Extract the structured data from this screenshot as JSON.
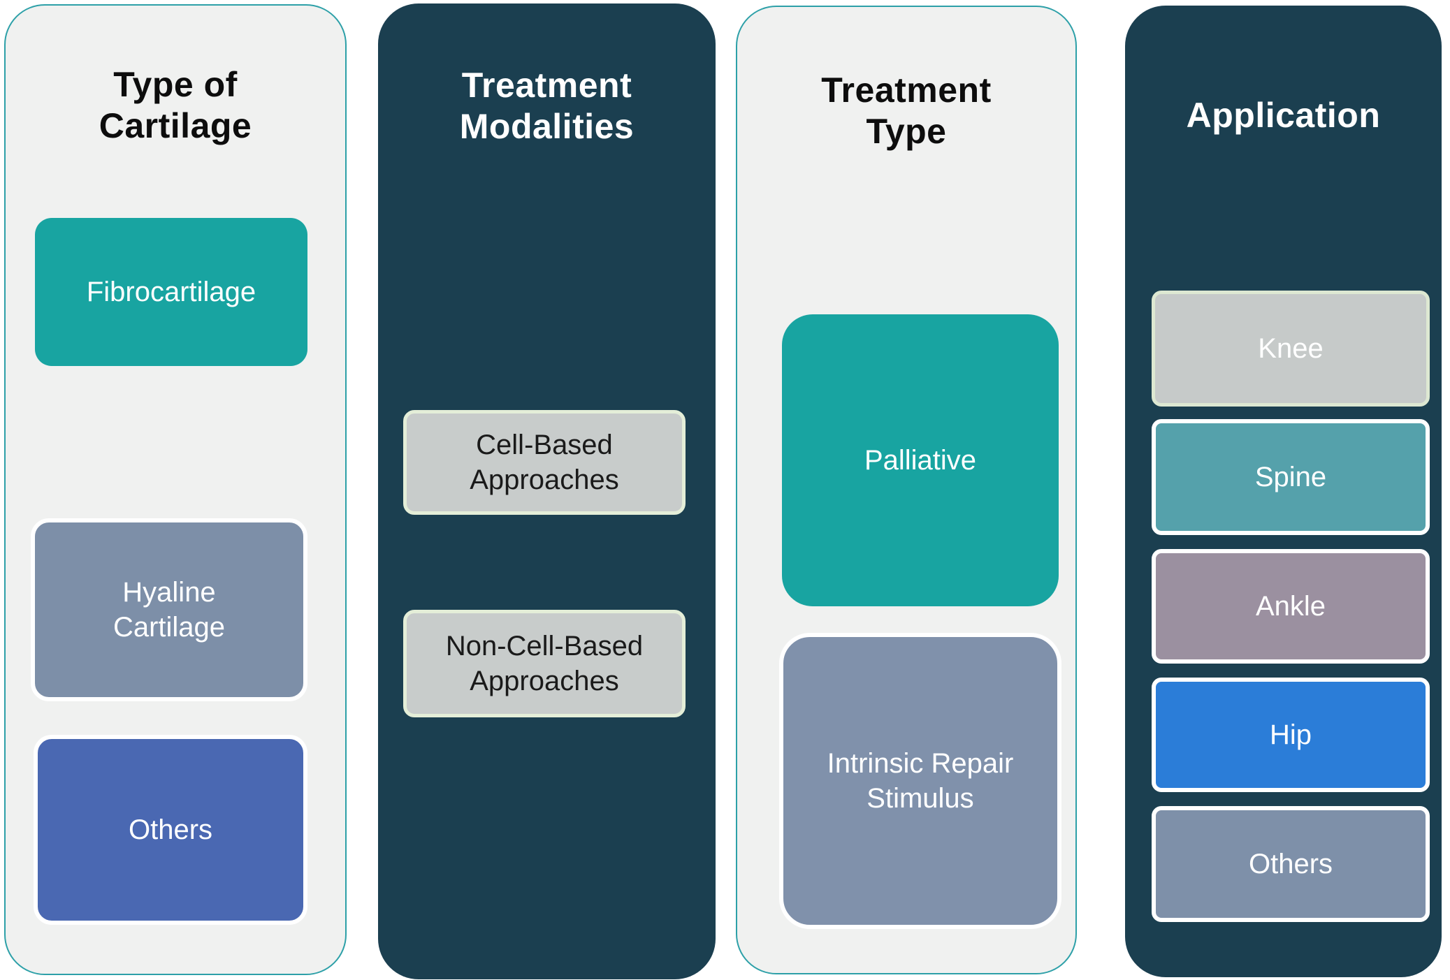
{
  "diagram": {
    "columns": [
      {
        "id": "type-of-cartilage",
        "title": "Type of\nCartilage",
        "title_color": "#0D0D0D",
        "bg": "#F0F1F0",
        "outline": "#2DA0A8",
        "items": [
          {
            "label": "Fibrocartilage",
            "bg": "#18A4A1",
            "fg": "#FFFFFF",
            "border": "none"
          },
          {
            "label": "Hyaline\nCartilage",
            "bg": "#7D8FA8",
            "fg": "#FFFFFF",
            "border": "#FFFFFF"
          },
          {
            "label": "Others",
            "bg": "#4A68B2",
            "fg": "#FFFFFF",
            "border": "#FFFFFF"
          }
        ]
      },
      {
        "id": "treatment-modalities",
        "title": "Treatment\nModalities",
        "title_color": "#FFFFFF",
        "bg": "#1B3F50",
        "outline": "none",
        "items": [
          {
            "label": "Cell-Based\nApproaches",
            "bg": "#C8CCCB",
            "fg": "#1A1A1A",
            "border": "#E4EED8"
          },
          {
            "label": "Non-Cell-Based\nApproaches",
            "bg": "#C8CCCB",
            "fg": "#1A1A1A",
            "border": "#E4EED8"
          }
        ]
      },
      {
        "id": "treatment-type",
        "title": "Treatment\nType",
        "title_color": "#0D0D0D",
        "bg": "#F0F1F0",
        "outline": "#2DA0A8",
        "items": [
          {
            "label": "Palliative",
            "bg": "#18A4A1",
            "fg": "#FFFFFF",
            "border": "none"
          },
          {
            "label": "Intrinsic Repair\nStimulus",
            "bg": "#8091AB",
            "fg": "#FFFFFF",
            "border": "#FFFFFF"
          }
        ]
      },
      {
        "id": "application",
        "title": "Application",
        "title_color": "#FFFFFF",
        "bg": "#1B3F50",
        "outline": "none",
        "items": [
          {
            "label": "Knee",
            "bg": "#C6CAC9",
            "fg": "#FFFFFF",
            "border": "#DDE8D2"
          },
          {
            "label": "Spine",
            "bg": "#55A1AB",
            "fg": "#FFFFFF",
            "border": "#FFFFFF"
          },
          {
            "label": "Ankle",
            "bg": "#9B90A0",
            "fg": "#FFFFFF",
            "border": "#FFFFFF"
          },
          {
            "label": "Hip",
            "bg": "#2B7DD8",
            "fg": "#FFFFFF",
            "border": "#FFFFFF"
          },
          {
            "label": "Others",
            "bg": "#7E90A9",
            "fg": "#FFFFFF",
            "border": "#FFFFFF"
          }
        ]
      }
    ]
  }
}
